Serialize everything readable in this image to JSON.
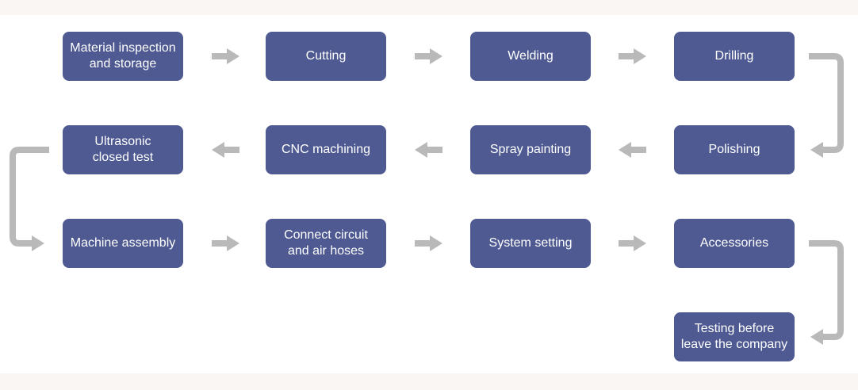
{
  "colors": {
    "page_background": "#faf6f3",
    "canvas_background": "#ffffff",
    "box_fill": "#4e5a91",
    "box_text": "#ffffff",
    "arrow": "#b9b9b9"
  },
  "steps": [
    {
      "label": "Material inspection\nand storage"
    },
    {
      "label": "Cutting"
    },
    {
      "label": "Welding"
    },
    {
      "label": "Drilling"
    },
    {
      "label": "Polishing"
    },
    {
      "label": "Spray painting"
    },
    {
      "label": "CNC machining"
    },
    {
      "label": "Ultrasonic\nclosed test"
    },
    {
      "label": "Machine assembly"
    },
    {
      "label": "Connect circuit\nand air hoses"
    },
    {
      "label": "System setting"
    },
    {
      "label": "Accessories"
    },
    {
      "label": "Testing before\nleave the company"
    }
  ]
}
